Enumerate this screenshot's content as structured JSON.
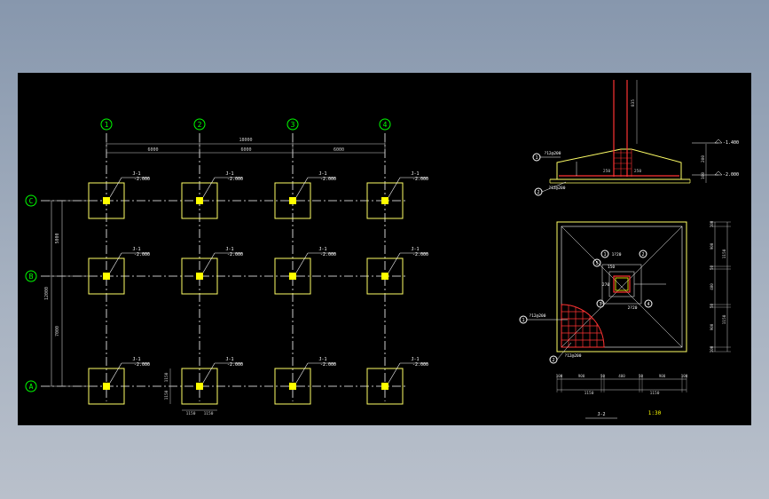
{
  "colors": {
    "background": "#000000",
    "footing": "#ffff66",
    "column": "#ffff00",
    "axis_bubble": "#00ff00",
    "centerline": "#ffffff",
    "dimension": "#cccccc",
    "rebar": "#ff3333",
    "annotation": "#ffffff"
  },
  "plan": {
    "col_axes": [
      "1",
      "2",
      "3",
      "4"
    ],
    "row_axes": [
      "C",
      "B",
      "A"
    ],
    "overall_width": "18000",
    "bay_widths": [
      "6000",
      "6000",
      "6000"
    ],
    "bay_heights": [
      "5000",
      "7000"
    ],
    "overall_height": "12000",
    "footing_label": "J-1",
    "footing_level": "-2.000",
    "footing_half_x": [
      "1150",
      "1150"
    ],
    "footing_half_y": [
      "1150",
      "1150"
    ]
  },
  "section": {
    "level_top": "-1.400",
    "level_bottom": "-2.000",
    "dim_column_height": "835",
    "dim_slope": "200",
    "dim_base": "100",
    "dim_step": "250",
    "marker1_num": "1",
    "marker1_label": "?12@200",
    "marker2_num": "2",
    "marker2_label": "?12@200"
  },
  "detail": {
    "dims_bottom": [
      "100",
      "900",
      "50",
      "400",
      "50",
      "900",
      "100"
    ],
    "dims_bottom_total": [
      "1150",
      "1150"
    ],
    "dims_right": [
      "100",
      "900",
      "50",
      "400",
      "50",
      "900",
      "100"
    ],
    "dims_right_total": [
      "1150",
      "1150"
    ],
    "callouts": [
      "1",
      "2",
      "3",
      "4",
      "5"
    ],
    "col_labels": [
      "1?20",
      "2?20",
      "150",
      "270"
    ],
    "marker1_label": "?12@200",
    "marker2_label": "?12@200",
    "title": "J-2",
    "scale": "1:30"
  }
}
